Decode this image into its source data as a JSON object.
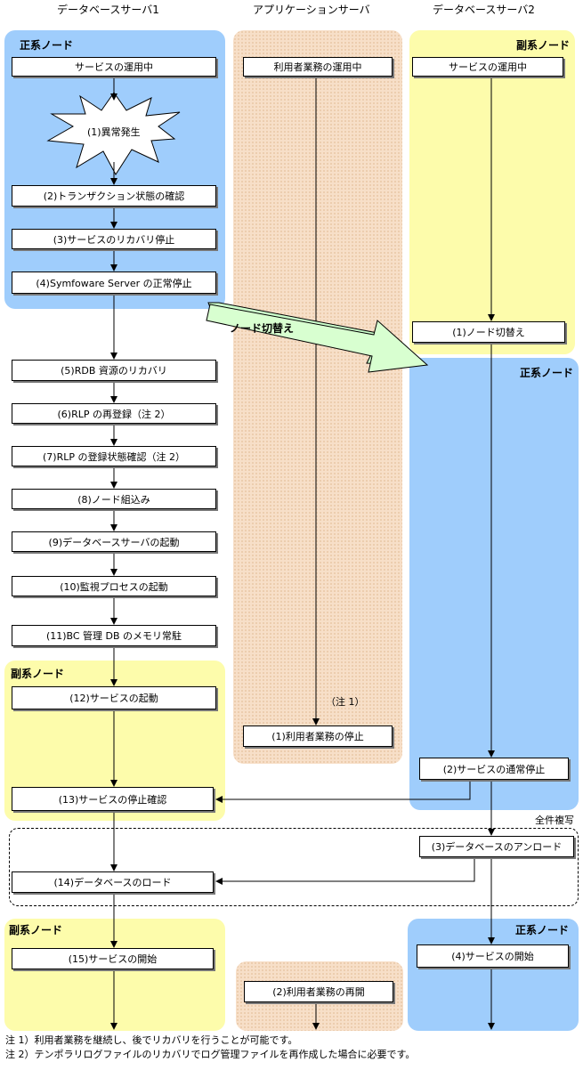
{
  "headers": {
    "db1": "データベースサーバ1",
    "app": "アプリケーションサーバ",
    "db2": "データベースサーバ2"
  },
  "labels": {
    "primary_node": "正系ノード",
    "secondary_node": "副系ノード",
    "node_switch": "ノード切替え",
    "full_copy": "全件複写",
    "note1_marker": "（注 1）"
  },
  "db1": {
    "running": "サービスの運用中",
    "fault": "(1)異常発生",
    "step2": "(2)トランザクション状態の確認",
    "step3": "(3)サービスのリカバリ停止",
    "step4": "(4)Symfoware Server の正常停止",
    "step5": "(5)RDB 資源のリカバリ",
    "step6": "(6)RLP の再登録（注 2）",
    "step7": "(7)RLP の登録状態確認（注 2）",
    "step8": "(8)ノード組込み",
    "step9": "(9)データベースサーバの起動",
    "step10": "(10)監視プロセスの起動",
    "step11": "(11)BC 管理 DB のメモリ常駐",
    "step12": "(12)サービスの起動",
    "step13": "(13)サービスの停止確認",
    "step14": "(14)データベースのロード",
    "step15": "(15)サービスの開始"
  },
  "app": {
    "running": "利用者業務の運用中",
    "step1": "(1)利用者業務の停止",
    "step2": "(2)利用者業務の再開"
  },
  "db2": {
    "running": "サービスの運用中",
    "step1": "(1)ノード切替え",
    "step2": "(2)サービスの通常停止",
    "step3": "(3)データベースのアンロード",
    "step4": "(4)サービスの開始"
  },
  "notes": {
    "note1": "注 1）利用者業務を継続し、後でリカバリを行うことが可能です。",
    "note2": "注 2）テンポラリログファイルのリカバリでログ管理ファイルを再作成した場合に必要です。"
  },
  "colors": {
    "primary_region": "#9fcdfc",
    "secondary_region": "#fdfcab",
    "app_region": "#f7dfc8",
    "switch_arrow": "#ccffcc"
  }
}
